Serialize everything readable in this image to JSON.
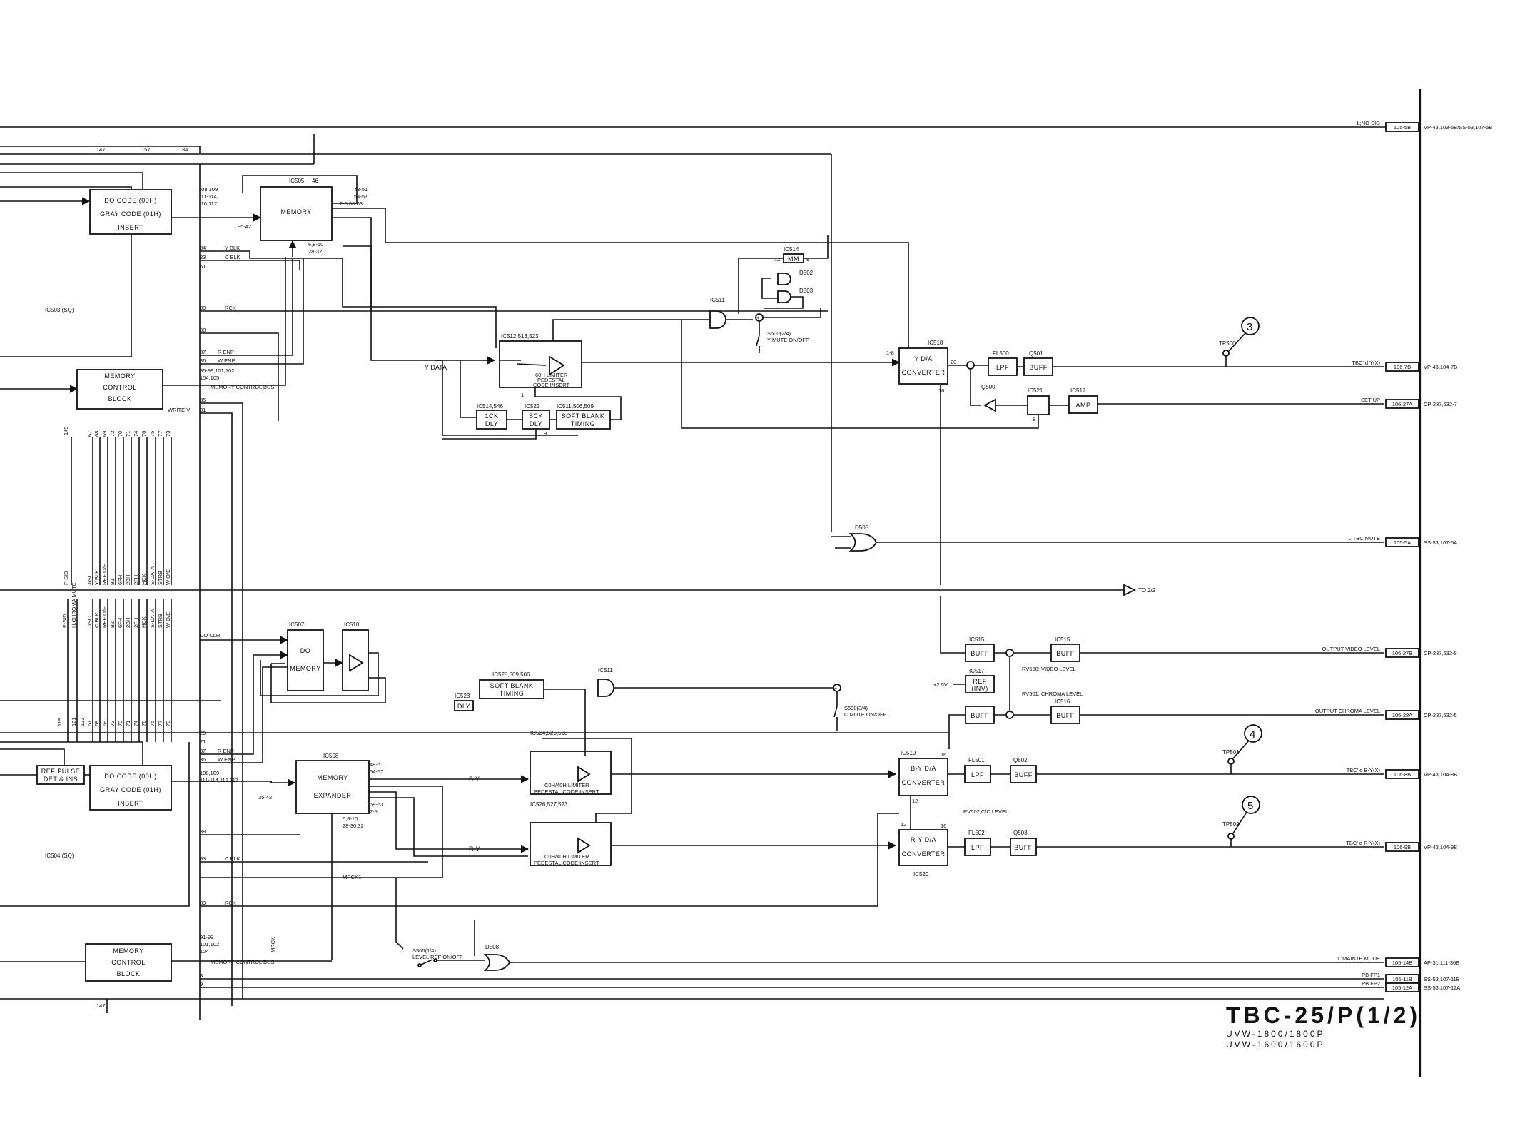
{
  "diagram": {
    "title": "TBC-25/P(1/2)",
    "models": [
      "UVW-1800/1800P",
      "UVW-1600/1600P"
    ],
    "blocks": {
      "do_code_top": [
        "DO CODE  (00H)",
        "GRAY CODE (01H)",
        "INSERT"
      ],
      "do_code_bot": [
        "DO CODE  (00H)",
        "GRAY CODE (01H)",
        "INSERT"
      ],
      "memory_top": "MEMORY",
      "memory_top_ref": "IC505",
      "mem_ctrl_top": [
        "MEMORY",
        "CONTROL",
        "BLOCK"
      ],
      "mem_ctrl_bot": [
        "MEMORY",
        "CONTROL",
        "BLOCK"
      ],
      "ic503": "IC503 (SQ)",
      "ic504": "IC504 (SQ)",
      "limiter_y_ref": "IC512,513,523",
      "limiter_y": [
        "60H LIMITER",
        "PEDESTAL",
        "CODE INSERT"
      ],
      "ck_dly": [
        "1CK",
        "DLY"
      ],
      "ck_dly_ref": "IC514,546",
      "sck_dly": [
        "SCK",
        "DLY"
      ],
      "sck_dly_ref": "IC522",
      "soft_blank_top": [
        "SOFT BLANK",
        "TIMING"
      ],
      "soft_blank_top_ref": "IC511,506,509",
      "mm": "MM",
      "mm_ref": "IC514",
      "ic511_top": "IC511",
      "d502": "D502",
      "d503": "D503",
      "s500_y": [
        "S500(2/4)",
        "Y MUTE ON/OFF"
      ],
      "y_da": [
        "Y D/A",
        "CONVERTER"
      ],
      "y_da_ref": "IC518",
      "fl500": "FL500",
      "lpf": "LPF",
      "q501": "Q501",
      "buff": "BUFF",
      "q500": "Q500",
      "ic521": "IC521",
      "ic517_amp": "IC517",
      "amp": "AMP",
      "tp500": "TP500",
      "tp501": "TP501",
      "tp502": "TP502",
      "d505": "D505",
      "to22": "TO 2/2",
      "ic507": "IC507",
      "do_memory": [
        "DO",
        "MEMORY"
      ],
      "ic510": "IC510",
      "soft_blank_bot": [
        "SOFT BLANK",
        "TIMING"
      ],
      "soft_blank_bot_ref": "IC528,509,506",
      "ic511_bot": "IC511",
      "ic523": "IC523",
      "dly": "DLY",
      "s500_c": [
        "S500(3/4)",
        "C MUTE ON/OFF"
      ],
      "ic515a": "IC515",
      "ic515b": "IC515",
      "ic517b": "IC517",
      "ref_inv": [
        "REF",
        "(INV)"
      ],
      "ic516": "IC516",
      "rv500": "RV500; VIDEO LEVEL",
      "rv501": "RV501; CHROMA LEVEL",
      "rv502": "RV502;C/C LEVEL",
      "v25": "+2.5V",
      "ref_pulse": [
        "REF PULSE",
        "DET & INS"
      ],
      "mem_expander": [
        "MEMORY",
        "EXPANDER"
      ],
      "mem_expander_ref": "IC508",
      "lim_by_ref": "IC524,525,523",
      "lim_ry_ref": "IC526,527,523",
      "limiter_c": [
        "C0H/40H LIMITER",
        "PEDESTAL CODE INSERT"
      ],
      "by_da": [
        "B-Y D/A",
        "CONVERTER"
      ],
      "by_da_ref": "IC519",
      "ry_da": [
        "R-Y D/A",
        "CONVERTER"
      ],
      "ry_da_ref": "IC520",
      "fl501": "FL501",
      "fl502": "FL502",
      "q502": "Q502",
      "q503": "Q503",
      "s500_lvl": [
        "S500(1/4)",
        "LEVEL REF ON/OFF"
      ],
      "d508": "D508",
      "circle3": "3",
      "circle4": "4",
      "circle5": "5"
    },
    "labels": {
      "n147": "147",
      "n157": "157",
      "n34": "34",
      "pins_top_in": [
        "108,109",
        "111-114,",
        "116,117"
      ],
      "n95_42": "95-42",
      "pins_mem_out": [
        "48-51",
        "54-57",
        "2-5,60-63"
      ],
      "pins_mem_bot": [
        "6,8-10",
        "28-32"
      ],
      "n46": "46",
      "y_blk": "Y BLK",
      "c_blk": "C BLK",
      "rck": "RCK",
      "r_enp": "R ENP",
      "w_enp": "W ENP",
      "pins_mcb_top": [
        "95-99,101,102",
        "104,105"
      ],
      "mem_ctrl_bus": "MEMORY CONTROL BUS",
      "write_v": "WRITE V",
      "y_data": "Y DATA",
      "b_y": "B-Y",
      "r_y": "R-Y",
      "n84": "84",
      "n83": "83",
      "n61": "61",
      "n89": "89",
      "n38": "38",
      "n37": "37",
      "n36": "36",
      "n35": "35",
      "n31": "31",
      "n12": "12",
      "n9": "9",
      "n1_8": "1-8",
      "n20": "20",
      "n16": "16",
      "n1": "1",
      "n8": "8",
      "n2": "2",
      "sig_top": [
        "F-SID"
      ],
      "sig_top_group": [
        "J/SC",
        "Y BLK",
        "REF O/E",
        "BZ",
        "6FH",
        "2BH",
        "2FH",
        "HCK",
        "S-DATA",
        "STRB",
        "W O/E"
      ],
      "sig_bot": [
        "F-SID",
        "H.CHROMA MUTE"
      ],
      "sig_bot_group": [
        "J/SC",
        "C BLK",
        "REF O/E",
        "BZ",
        "6FH",
        "2BH",
        "2FH",
        "HCK",
        "S-DATA",
        "STRB",
        "W O/E"
      ],
      "pin_top_row": [
        "149",
        "67",
        "68",
        "69",
        "72",
        "70",
        "71",
        "74",
        "76",
        "75",
        "77",
        "73"
      ],
      "pin_bot_row": [
        "119",
        "121",
        "123",
        "67",
        "68",
        "69",
        "72",
        "70",
        "71",
        "74",
        "76",
        "75",
        "77",
        "73"
      ],
      "do_clr": "DO CLR",
      "n29": "29",
      "n71": "71",
      "n37b": "37",
      "n36b": "36",
      "pins_bot_in": [
        "108,109",
        "111-114,116,117"
      ],
      "n35_42": "35-42",
      "pins_exp_out": [
        "48-51",
        "54-57"
      ],
      "pins_exp_out2": [
        "58-63",
        "2-5"
      ],
      "pins_exp_bot": [
        "6,8-10",
        "28-30,32"
      ],
      "n38b": "38",
      "n83b": "83",
      "c_blk_b": "C BLK",
      "n89b": "89",
      "rck_b": "RCK",
      "mrck1": "MRCK1",
      "mrck": "MRCK",
      "pins_mcb_bot": [
        "91-99",
        "101,102",
        "104"
      ],
      "mem_ctrl_bus_b": "MEMORY CONTROL BUS",
      "n8b": "8",
      "n9b": "9",
      "n147b": "147",
      "n12b": "12",
      "n12c": "12",
      "n16b": "16",
      "n16c": "16"
    },
    "outputs": [
      {
        "signal": "L;NO SIG",
        "conn": "105-5B",
        "dest": "VP-43,103-5B/SS-53,107-5B"
      },
      {
        "signal": "TBC' d Y(X)",
        "conn": "106-7B",
        "dest": "VP-43,104-7B"
      },
      {
        "signal": "SET UP",
        "conn": "106-27A",
        "dest": "CP-237,532-7"
      },
      {
        "signal": "L;TBC MUTE",
        "conn": "105-5A",
        "dest": "SS-53,107-5A"
      },
      {
        "signal": "OUTPUT VIDEO LEVEL",
        "conn": "106-27B",
        "dest": "CP-237,532-8"
      },
      {
        "signal": "OUTPUT CHROMA LEVEL",
        "conn": "106-28A",
        "dest": "CP-237,532-5"
      },
      {
        "signal": "TBC' d B-Y(X)",
        "conn": "106-8B",
        "dest": "VP-43,104-8B"
      },
      {
        "signal": "TBC' d R-Y(X)",
        "conn": "106-9B",
        "dest": "VP-43,104-9B"
      },
      {
        "signal": "L;MAINTE MODE",
        "conn": "105-14B",
        "dest": "AP-31,111-36B"
      },
      {
        "signal": "PB FP1",
        "conn": "105-11B",
        "dest": "SS-53,107-11B"
      },
      {
        "signal": "PB FP2",
        "conn": "105-12A",
        "dest": "SS-53,107-12A"
      }
    ]
  }
}
